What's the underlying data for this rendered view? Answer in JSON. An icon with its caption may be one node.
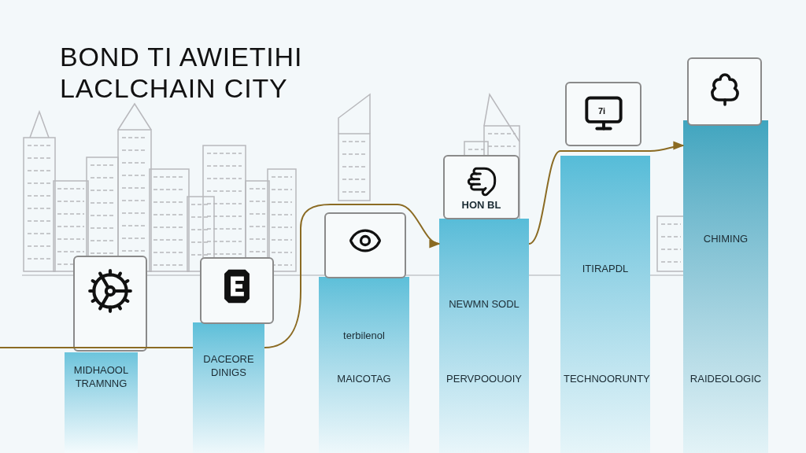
{
  "diagram": {
    "title": "BOND TI AWIETIHI LACLCHAIN CITY",
    "nodes": [
      {
        "text": [],
        "shape": "picture"
      },
      {
        "text": [],
        "shape": "picture"
      },
      {
        "text": [],
        "shape": "picture"
      },
      {
        "text": [
          "HON BL"
        ]
      },
      {
        "text": [],
        "shape": "picture"
      },
      {
        "text": [],
        "shape": "picture"
      },
      {
        "text": [
          "MIDHAOOL TRAMNNG"
        ]
      },
      {
        "text": [
          "DACEORE DINIGS"
        ]
      },
      {
        "text": [
          "terbilenol",
          "MAICOTAG"
        ]
      },
      {
        "text": [
          "NEWMN SODL",
          "PERVPOOUOIY"
        ]
      },
      {
        "text": [
          "ITIRAPDL",
          "TECHNOORUNTY"
        ]
      },
      {
        "text": [
          "CHIMING",
          "RAIDEOLOGIC"
        ]
      }
    ],
    "edges": [
      {
        "from": null,
        "to": 7,
        "arrow": "none"
      },
      {
        "from": 7,
        "to": 9,
        "arrow": "to"
      },
      {
        "from": 9,
        "to": 11,
        "arrow": "to"
      }
    ],
    "labels": [
      "7i"
    ]
  }
}
